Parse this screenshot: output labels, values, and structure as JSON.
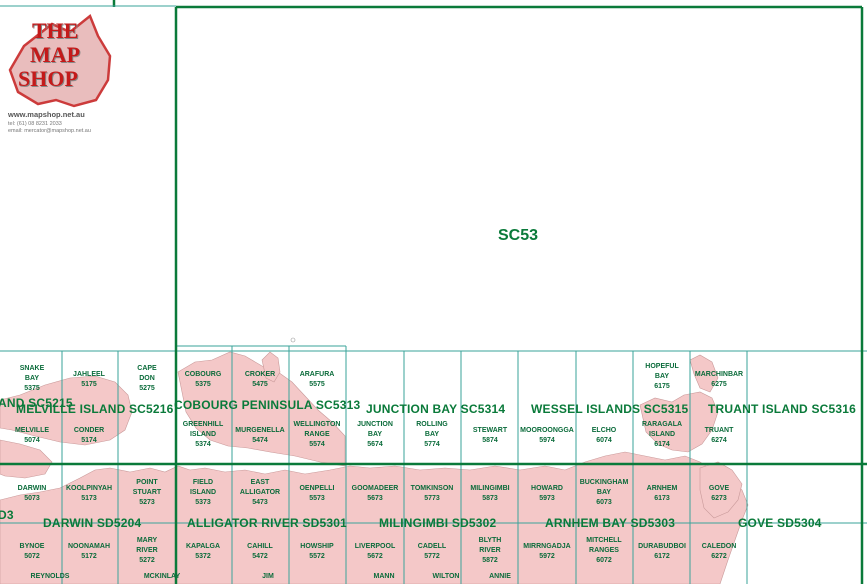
{
  "logo": {
    "line1": "THE",
    "line2": "MAP",
    "line3": "SHOP"
  },
  "contact": {
    "website": "www.mapshop.net.au",
    "tel": "tel: (61) 08 8231 2033",
    "email": "email: mercator@mapshop.net.au"
  },
  "region": {
    "label": "SC53"
  },
  "regions": [
    {
      "label": "AND SC5215"
    },
    {
      "label": "MELVILLE ISLAND SC5216"
    },
    {
      "label": "COBOURG PENINSULA SC5313"
    },
    {
      "label": "JUNCTION BAY SC5314"
    },
    {
      "label": "WESSEL ISLANDS SC5315"
    },
    {
      "label": "TRUANT ISLAND SC5316"
    },
    {
      "label": "D3"
    },
    {
      "label": "DARWIN SD5204"
    },
    {
      "label": "ALLIGATOR RIVER SD5301"
    },
    {
      "label": "MILINGIMBI SD5302"
    },
    {
      "label": "ARNHEM BAY SD5303"
    },
    {
      "label": "GOVE SD5304"
    }
  ],
  "sheets": [
    {
      "name": "SNAKE\nBAY",
      "code": "5375"
    },
    {
      "name": "JAHLEEL",
      "code": "5175"
    },
    {
      "name": "CAPE\nDON",
      "code": "5275"
    },
    {
      "name": "COBOURG",
      "code": "5375"
    },
    {
      "name": "CROKER",
      "code": "5475"
    },
    {
      "name": "ARAFURA",
      "code": "5575"
    },
    {
      "name": "MELVILLE",
      "code": "5074"
    },
    {
      "name": "CONDER",
      "code": "5174"
    },
    {
      "name": "GREENHILL\nISLAND",
      "code": "5374"
    },
    {
      "name": "MURGENELLA",
      "code": "5474"
    },
    {
      "name": "WELLINGTON\nRANGE",
      "code": "5574"
    },
    {
      "name": "JUNCTION\nBAY",
      "code": "5674"
    },
    {
      "name": "ROLLING\nBAY",
      "code": "5774"
    },
    {
      "name": "STEWART",
      "code": "5874"
    },
    {
      "name": "MOOROONGGA",
      "code": "5974"
    },
    {
      "name": "ELCHO",
      "code": "6074"
    },
    {
      "name": "HOPEFUL\nBAY",
      "code": "6175"
    },
    {
      "name": "RARAGALA\nISLAND",
      "code": "6174"
    },
    {
      "name": "MARCHINBAR",
      "code": "6275"
    },
    {
      "name": "TRUANT",
      "code": "6274"
    },
    {
      "name": "DARWIN",
      "code": "5073"
    },
    {
      "name": "KOOLPINYAH",
      "code": "5173"
    },
    {
      "name": "POINT\nSTUART",
      "code": "5273"
    },
    {
      "name": "FIELD\nISLAND",
      "code": "5373"
    },
    {
      "name": "EAST\nALLIGATOR",
      "code": "5473"
    },
    {
      "name": "OENPELLI",
      "code": "5573"
    },
    {
      "name": "GOOMADEER",
      "code": "5673"
    },
    {
      "name": "TOMKINSON",
      "code": "5773"
    },
    {
      "name": "MILINGIMBI",
      "code": "5873"
    },
    {
      "name": "HOWARD",
      "code": "5973"
    },
    {
      "name": "BUCKINGHAM\nBAY",
      "code": "6073"
    },
    {
      "name": "ARNHEM",
      "code": "6173"
    },
    {
      "name": "GOVE",
      "code": "6273"
    },
    {
      "name": "BYNOE",
      "code": "5072"
    },
    {
      "name": "NOONAMAH",
      "code": "5172"
    },
    {
      "name": "MARY\nRIVER",
      "code": "5272"
    },
    {
      "name": "KAPALGA",
      "code": "5372"
    },
    {
      "name": "CAHILL",
      "code": "5472"
    },
    {
      "name": "HOWSHIP",
      "code": "5572"
    },
    {
      "name": "LIVERPOOL",
      "code": "5672"
    },
    {
      "name": "CADELL",
      "code": "5772"
    },
    {
      "name": "BLYTH\nRIVER",
      "code": "5872"
    },
    {
      "name": "MIRRNGADJA",
      "code": "5972"
    },
    {
      "name": "MITCHELL\nRANGES",
      "code": "6072"
    },
    {
      "name": "DURABUDBOI",
      "code": "6172"
    },
    {
      "name": "CALEDON",
      "code": "6272"
    },
    {
      "name": "REYNOLDS",
      "code": ""
    },
    {
      "name": "MCKINLAY",
      "code": ""
    },
    {
      "name": "JIM",
      "code": ""
    },
    {
      "name": "MANN",
      "code": ""
    },
    {
      "name": "WILTON",
      "code": ""
    },
    {
      "name": "ANNIE",
      "code": ""
    }
  ],
  "colors": {
    "land": "#f4c8c8",
    "grid": "#0a7a3a",
    "grid_light": "#3aa39a",
    "label": "#0a6b3a"
  }
}
